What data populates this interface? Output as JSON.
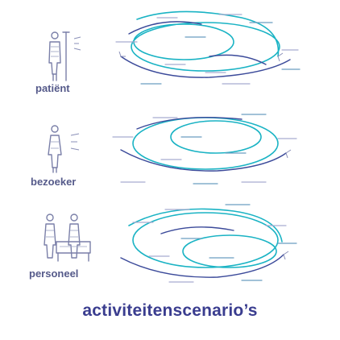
{
  "roles": [
    {
      "label": "patiënt"
    },
    {
      "label": "bezoeker"
    },
    {
      "label": "personeel"
    }
  ],
  "caption": "activiteitenscenario’s",
  "colors": {
    "label": "#555a8a",
    "caption": "#3a3d8f",
    "loop_primary": "#1ab3c4",
    "loop_secondary": "#3b4a9a",
    "figure": "#7a7fa8"
  }
}
